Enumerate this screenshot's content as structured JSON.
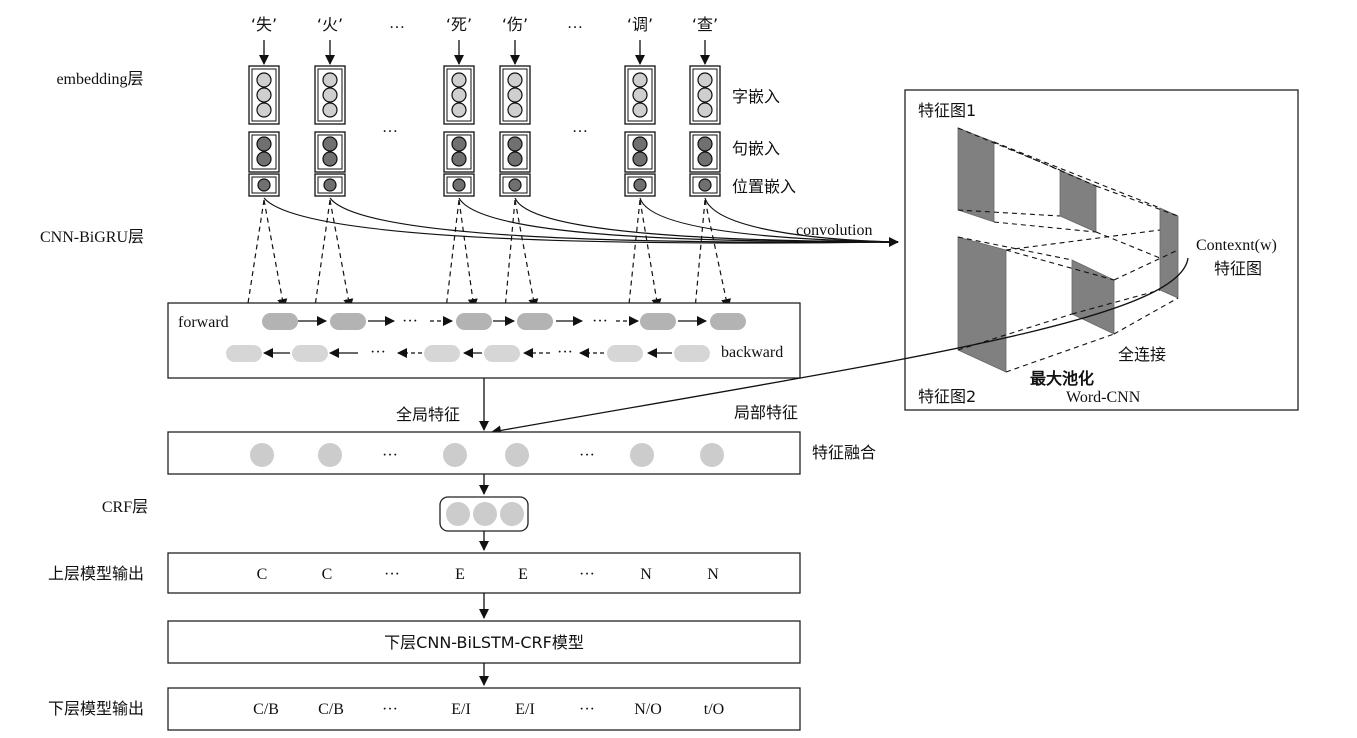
{
  "input_chars": [
    "‘失’",
    "‘火’",
    "‘死’",
    "‘伤’",
    "‘调’",
    "‘查’"
  ],
  "ellipsis": "…",
  "dots": "···",
  "layers": {
    "embedding": "embedding层",
    "cnn_bigru": "CNN-BiGRU层",
    "crf": "CRF层",
    "upper_output": "上层模型输出",
    "lower_output": "下层模型输出"
  },
  "embeddings": {
    "char": "字嵌入",
    "sentence": "句嵌入",
    "position": "位置嵌入"
  },
  "bigru": {
    "forward": "forward",
    "backward": "backward"
  },
  "convolution": "convolution",
  "word_cnn_panel": {
    "feature_map_1": "特征图1",
    "feature_map_2": "特征图2",
    "context_label": "Contexnt(w)",
    "context_sub": "特征图",
    "full_connect": "全连接",
    "max_pool": "最大池化",
    "word_cnn": "Word-CNN"
  },
  "global_feature": "全局特征",
  "local_feature": "局部特征",
  "feature_fusion": "特征融合",
  "upper_outputs": [
    "C",
    "C",
    "···",
    "E",
    "E",
    "···",
    "N",
    "N"
  ],
  "lower_model": "下层CNN-BiLSTM-CRF模型",
  "lower_outputs": [
    "C/B",
    "C/B",
    "···",
    "E/I",
    "E/I",
    "···",
    "N/O",
    "t/O"
  ]
}
